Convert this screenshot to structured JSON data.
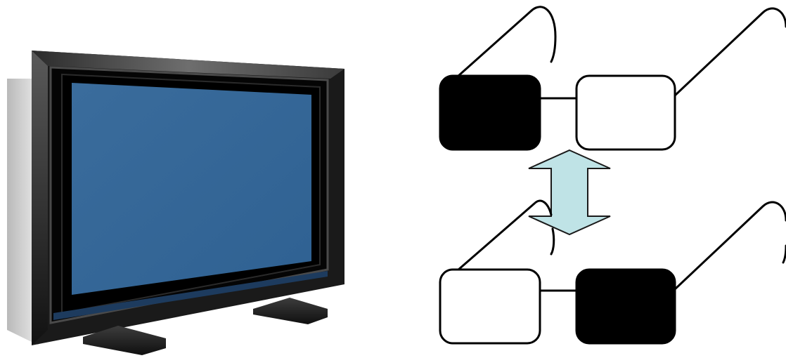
{
  "scene": {
    "items": [
      {
        "kind": "flat-panel-tv",
        "icon": "tv-icon",
        "screen_color": "#336699"
      },
      {
        "kind": "shutter-glasses",
        "state": "left-lens-closed",
        "closed_lens_color": "#000000",
        "open_lens_color": "#ffffff"
      },
      {
        "kind": "double-arrow",
        "direction": "vertical",
        "meaning": "alternating",
        "fill_color": "#bfe3e6"
      },
      {
        "kind": "shutter-glasses",
        "state": "right-lens-closed",
        "closed_lens_color": "#000000",
        "open_lens_color": "#ffffff"
      }
    ]
  }
}
